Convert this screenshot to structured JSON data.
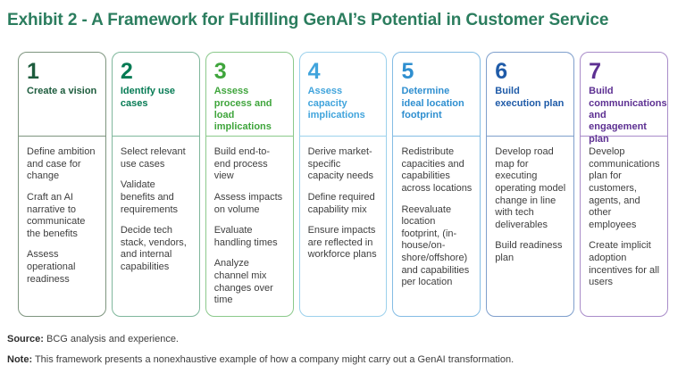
{
  "title": "Exhibit 2 - A Framework for Fulfilling GenAI’s Potential in Customer Service",
  "title_color": "#2B7D5E",
  "columns": [
    {
      "number": "1",
      "heading": "Create a vision",
      "accent": "#1D5C3D",
      "border": "#7E957F",
      "items": [
        "Define ambition and case for change",
        "Craft an AI narrative to communicate the benefits",
        "Assess operational readiness"
      ]
    },
    {
      "number": "2",
      "heading": "Identify use cases",
      "accent": "#067B54",
      "border": "#7FB79C",
      "items": [
        "Select relevant use cases",
        "Validate benefits and requirements",
        "Decide tech stack, vendors, and internal capabilities"
      ]
    },
    {
      "number": "3",
      "heading": "Assess process and load implications",
      "accent": "#3FA53C",
      "border": "#8BC98B",
      "items": [
        "Build end-to-end process view",
        "Assess impacts on volume",
        "Evaluate handling times",
        "Analyze channel mix changes over time"
      ]
    },
    {
      "number": "4",
      "heading": "Assess capacity implications",
      "accent": "#41A4DC",
      "border": "#9CD1EC",
      "items": [
        "Derive market-specific capacity needs",
        "Define required capability mix",
        "Ensure impacts are reflected in workforce plans"
      ]
    },
    {
      "number": "5",
      "heading": "Determine ideal location footprint",
      "accent": "#2F8FD0",
      "border": "#84BCE4",
      "items": [
        "Redistribute capacities and capabilities across locations",
        "Reevaluate location footprint, (in-house/on-shore/offshore) and capabilities per location"
      ]
    },
    {
      "number": "6",
      "heading": "Build execution plan",
      "accent": "#1F5BA8",
      "border": "#7F9FCC",
      "items": [
        "Develop road map for executing operating model change in line with tech deliverables",
        "Build readiness plan"
      ]
    },
    {
      "number": "7",
      "heading": "Build communications and engagement plan",
      "accent": "#5D3092",
      "border": "#A98CC9",
      "items": [
        "Develop communications plan for customers, agents, and other employees",
        "Create implicit adoption incentives for all users"
      ]
    }
  ],
  "footer": {
    "source_label": "Source:",
    "source_text": " BCG analysis and experience.",
    "note_label": "Note:",
    "note_text": " This framework presents a nonexhaustive example of how a company might carry out a GenAI transformation."
  }
}
